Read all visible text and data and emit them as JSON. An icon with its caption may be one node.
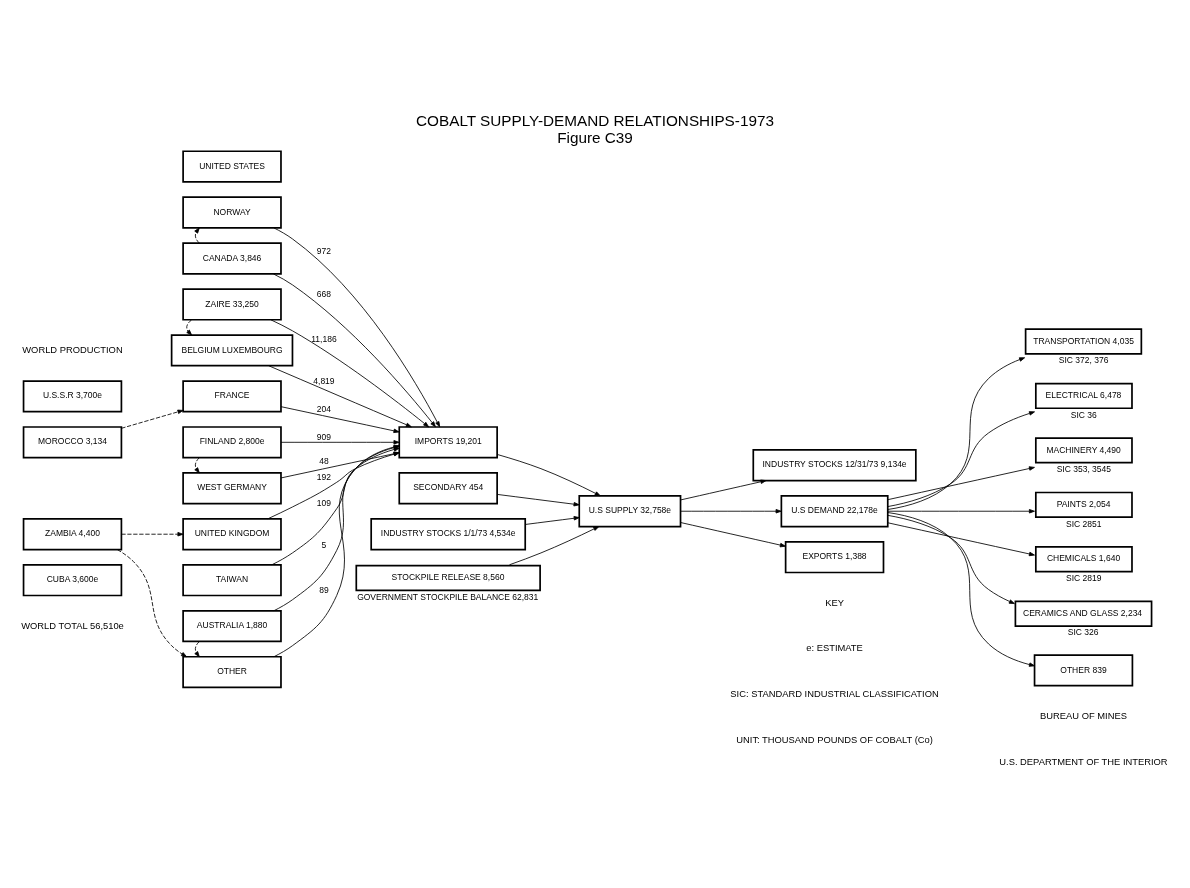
{
  "diagram": {
    "title": "COBALT SUPPLY-DEMAND RELATIONSHIPS-1973",
    "caption": "Figure C39",
    "nodes": [
      {
        "text": [
          "U.S.S.R 3,700e"
        ]
      },
      {
        "text": [
          "UNITED STATES"
        ]
      },
      {
        "text": [
          "MOROCCO 3,134"
        ]
      },
      {
        "text": [
          "NORWAY"
        ]
      },
      {
        "text": [
          "ZAMBIA 4,400"
        ]
      },
      {
        "text": [
          "CANADA 3,846"
        ]
      },
      {
        "text": [
          "CUBA 3,600e"
        ]
      },
      {
        "text": [
          "ZAIRE 33,250"
        ]
      },
      {
        "text": [
          "BELGIUM LUXEMBOURG"
        ]
      },
      {
        "text": [
          "FRANCE"
        ]
      },
      {
        "text": [
          "FINLAND 2,800e"
        ]
      },
      {
        "text": [
          "WEST GERMANY"
        ]
      },
      {
        "text": [
          "UNITED KINGDOM"
        ]
      },
      {
        "text": [
          "TAIWAN"
        ]
      },
      {
        "text": [
          "AUSTRALIA 1,880"
        ]
      },
      {
        "text": [
          "OTHER"
        ]
      },
      {
        "text": [
          "IMPORTS 19,201"
        ]
      },
      {
        "text": [
          "SECONDARY 454"
        ]
      },
      {
        "text": [
          "INDUSTRY STOCKS 1/1/73 4,534e"
        ]
      },
      {
        "text": [
          "STOCKPILE RELEASE 8,560"
        ],
        "beside": [
          "GOVERNMENT STOCKPILE BALANCE 62,831"
        ]
      },
      {
        "text": [
          "U.S SUPPLY 32,758e"
        ]
      },
      {
        "text": [
          "INDUSTRY STOCKS 12/31/73 9,134e"
        ]
      },
      {
        "text": [
          "EXPORTS 1,388"
        ]
      },
      {
        "text": [
          "U.S DEMAND 22,178e"
        ]
      },
      {
        "text": [
          "TRANSPORTATION 4,035"
        ],
        "beside": [
          "SIC 372, 376"
        ]
      },
      {
        "text": [
          "ELECTRICAL 6,478"
        ],
        "beside": [
          "SIC 36"
        ]
      },
      {
        "text": [
          "MACHINERY 4,490"
        ],
        "beside": [
          "SIC 353, 3545"
        ]
      },
      {
        "text": [
          "PAINTS 2,054"
        ],
        "beside": [
          "SIC 2851"
        ]
      },
      {
        "text": [
          "CHEMICALS 1,640"
        ],
        "beside": [
          "SIC 2819"
        ]
      },
      {
        "text": [
          "CERAMICS AND GLASS 2,234"
        ],
        "beside": [
          "SIC 326"
        ]
      },
      {
        "text": [
          "OTHER 839"
        ]
      }
    ],
    "edges": [
      {
        "from": 5,
        "to": 3,
        "arrow": "to",
        "style": "dashed"
      },
      {
        "from": 2,
        "to": 9,
        "arrow": "to",
        "style": "dashed"
      },
      {
        "from": 4,
        "to": 12,
        "arrow": "to",
        "style": "dashed"
      },
      {
        "from": 4,
        "to": 15,
        "arrow": "to",
        "style": "dashed"
      },
      {
        "from": 7,
        "to": 8,
        "arrow": "to",
        "style": "dashed"
      },
      {
        "from": 10,
        "to": 11,
        "arrow": "to",
        "style": "dashed"
      },
      {
        "from": 14,
        "to": 15,
        "arrow": "to",
        "style": "dashed"
      },
      {
        "from": 3,
        "to": 16,
        "arrow": "to",
        "label": "972"
      },
      {
        "from": 5,
        "to": 16,
        "arrow": "to",
        "label": "668"
      },
      {
        "from": 7,
        "to": 16,
        "arrow": "to",
        "label": "11,186"
      },
      {
        "from": 8,
        "to": 16,
        "arrow": "to",
        "label": "4,819"
      },
      {
        "from": 9,
        "to": 16,
        "arrow": "to",
        "label": "204"
      },
      {
        "from": 10,
        "to": 16,
        "arrow": "to",
        "label": "909"
      },
      {
        "from": 11,
        "to": 16,
        "arrow": "to",
        "label": "48"
      },
      {
        "from": 12,
        "to": 16,
        "arrow": "to",
        "label": "192"
      },
      {
        "from": 13,
        "to": 16,
        "arrow": "to",
        "label": "109"
      },
      {
        "from": 14,
        "to": 16,
        "arrow": "to",
        "label": "5"
      },
      {
        "from": 15,
        "to": 16,
        "arrow": "to",
        "label": "89"
      },
      {
        "from": 16,
        "to": 20,
        "arrow": "to"
      },
      {
        "from": 17,
        "to": 20,
        "arrow": "to"
      },
      {
        "from": 18,
        "to": 20,
        "arrow": "to"
      },
      {
        "from": 19,
        "to": 20,
        "arrow": "to"
      },
      {
        "from": 20,
        "to": 21,
        "arrow": "to"
      },
      {
        "from": 20,
        "to": 23,
        "arrow": "to"
      },
      {
        "from": 20,
        "to": 22,
        "arrow": "to"
      },
      {
        "from": 23,
        "to": 24,
        "arrow": "to"
      },
      {
        "from": 23,
        "to": 25,
        "arrow": "to"
      },
      {
        "from": 23,
        "to": 26,
        "arrow": "to"
      },
      {
        "from": 23,
        "to": 27,
        "arrow": "to"
      },
      {
        "from": 23,
        "to": 28,
        "arrow": "to"
      },
      {
        "from": 23,
        "to": 29,
        "arrow": "to"
      },
      {
        "from": 23,
        "to": 30,
        "arrow": "to"
      }
    ],
    "labels": [
      "WORLD PRODUCTION",
      "KEY",
      "e: ESTIMATE",
      "SIC: STANDARD INDUSTRIAL CLASSIFICATION",
      "UNIT: THOUSAND POUNDS OF COBALT (Co)",
      "BUREAU OF MINES",
      "U.S. DEPARTMENT OF THE INTERIOR",
      "WORLD TOTAL 56,510e"
    ]
  }
}
